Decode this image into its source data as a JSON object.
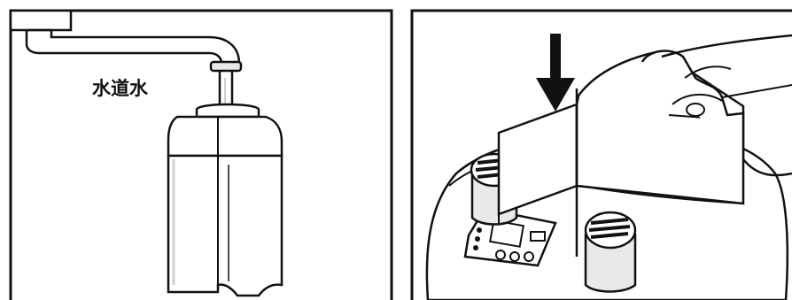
{
  "left_panel": {
    "label": "水道水",
    "illustration": "tap-filling-water-tank"
  },
  "right_panel": {
    "illustration": "inserting-tank-into-humidifier",
    "arrow": "down-arrow-icon"
  },
  "colors": {
    "line": "#111111",
    "background": "#ffffff",
    "shade": "#e9e9e9",
    "shade_dark": "#cfcfcf"
  }
}
